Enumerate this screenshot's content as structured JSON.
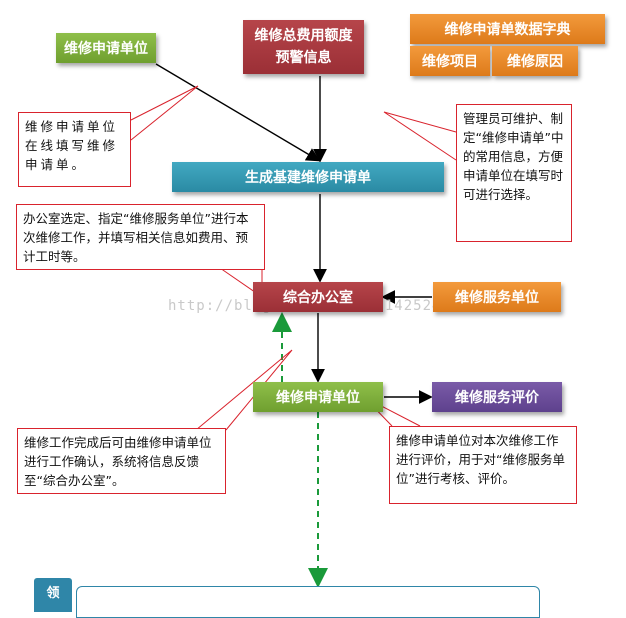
{
  "nodes": {
    "apply_unit_top": "维修申请单位",
    "budget_warning": "维修总费用额度预警信息",
    "dictionary": "维修申请单数据字典",
    "dict_item": "维修项目",
    "dict_reason": "维修原因",
    "generate": "生成基建维修申请单",
    "office": "综合办公室",
    "service_unit": "维修服务单位",
    "apply_unit_mid": "维修申请单位",
    "service_eval": "维修服务评价",
    "bottom_tab": "领"
  },
  "notes": {
    "fill_online": "维修申请单位在线填写维修申请单。",
    "admin_maintain": "管理员可维护、制定“维修申请单”中的常用信息，方便申请单位在填写时可进行选择。",
    "office_select": "办公室选定、指定“维修服务单位”进行本次维修工作，并填写相关信息如费用、预计工时等。",
    "confirm": "维修工作完成后可由维修申请单位进行工作确认，系统将信息反馈至“综合办公室”。",
    "evaluate": "维修申请单位对本次维修工作进行评价，用于对“维修服务单位”进行考核、评价。"
  },
  "watermark": "http://blog.csdn.net/u014252412",
  "colors": {
    "green": "#7fae3c",
    "red": "#a8393f",
    "orange": "#e8862a",
    "teal": "#3598b3",
    "purple": "#6a4c9a",
    "callout_border": "#d9232d",
    "dashed_arrow": "#1a9a3a"
  }
}
